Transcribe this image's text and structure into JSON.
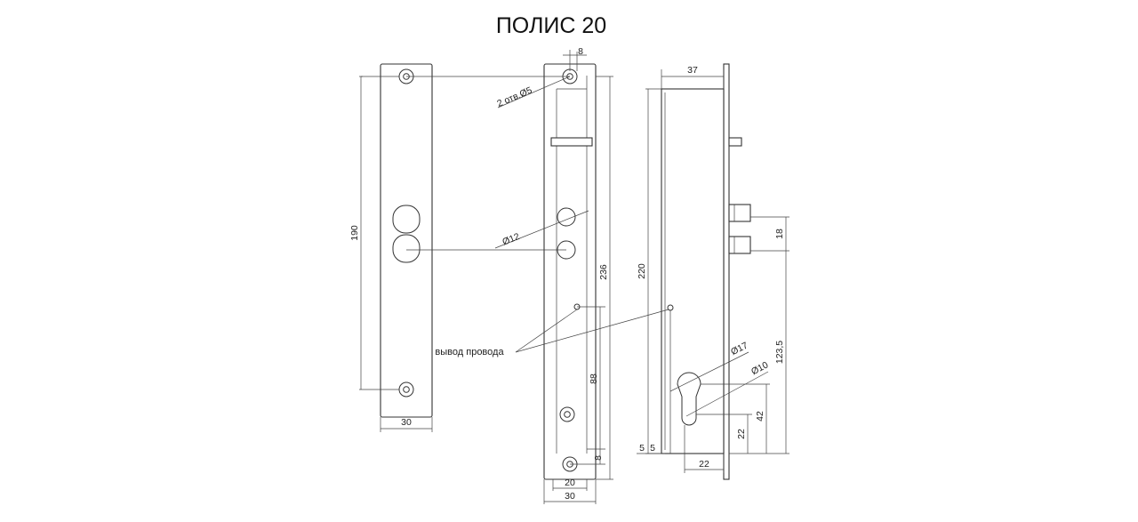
{
  "title": "ПОЛИС 20",
  "dimensions": {
    "left_plate_height": "190",
    "left_plate_width": "30",
    "mid_top_offset": "8",
    "mid_screw_holes": "2 отв.Ø5",
    "mid_cylinder_holes": "Ø12",
    "mid_total_height": "236",
    "mid_lower_span": "88",
    "mid_bottom_offset": "8",
    "mid_inner_width": "20",
    "mid_outer_width": "30",
    "side_depth": "37",
    "side_body_height": "220",
    "side_bolt_pitch": "18",
    "side_bolt_height": "123,5",
    "side_cyl_large": "Ø17",
    "side_cyl_small": "Ø10",
    "side_cyl_height_upper": "42",
    "side_cyl_height_lower": "22",
    "side_cyl_horizontal": "22",
    "side_bottom_small": "5",
    "side_bottom_small_2": "5"
  },
  "notes": {
    "wire_outlet": "вывод провода"
  }
}
